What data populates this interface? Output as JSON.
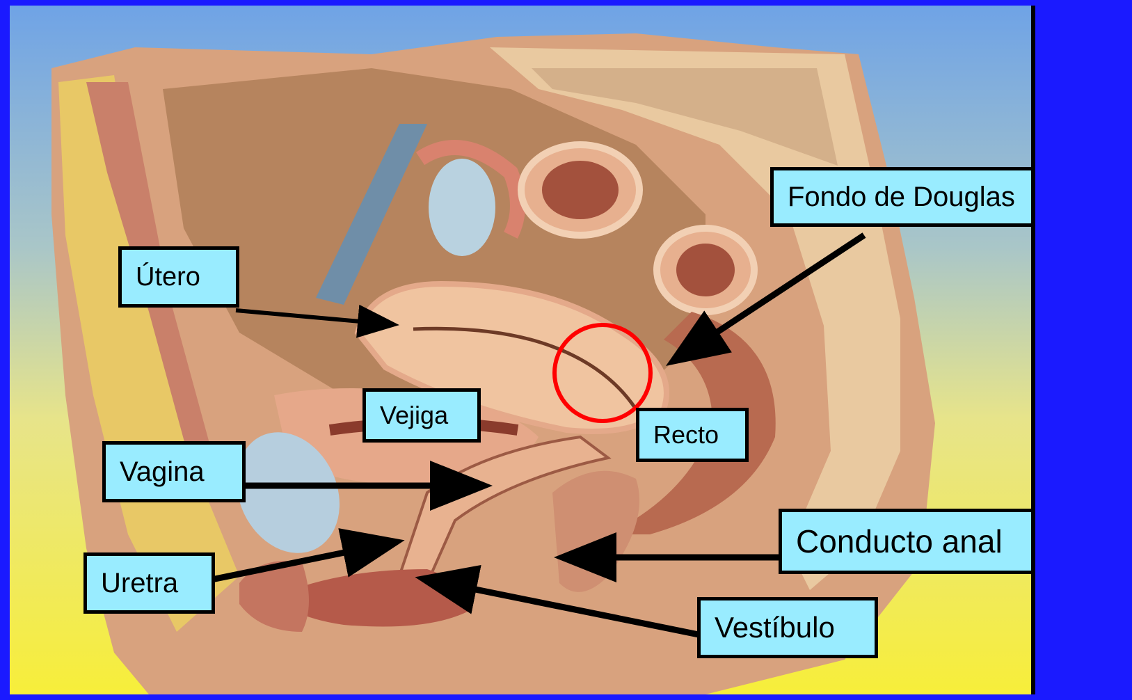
{
  "labels": {
    "utero": "Útero",
    "vejiga": "Vejiga",
    "vagina": "Vagina",
    "uretra": "Uretra",
    "fondo_douglas": "Fondo de Douglas",
    "recto": "Recto",
    "conducto_anal": "Conducto anal",
    "vestibulo": "Vestíbulo"
  },
  "colors": {
    "frame": "#1a1aff",
    "label_fill": "#99ecff",
    "highlight_circle": "#ff0000"
  }
}
